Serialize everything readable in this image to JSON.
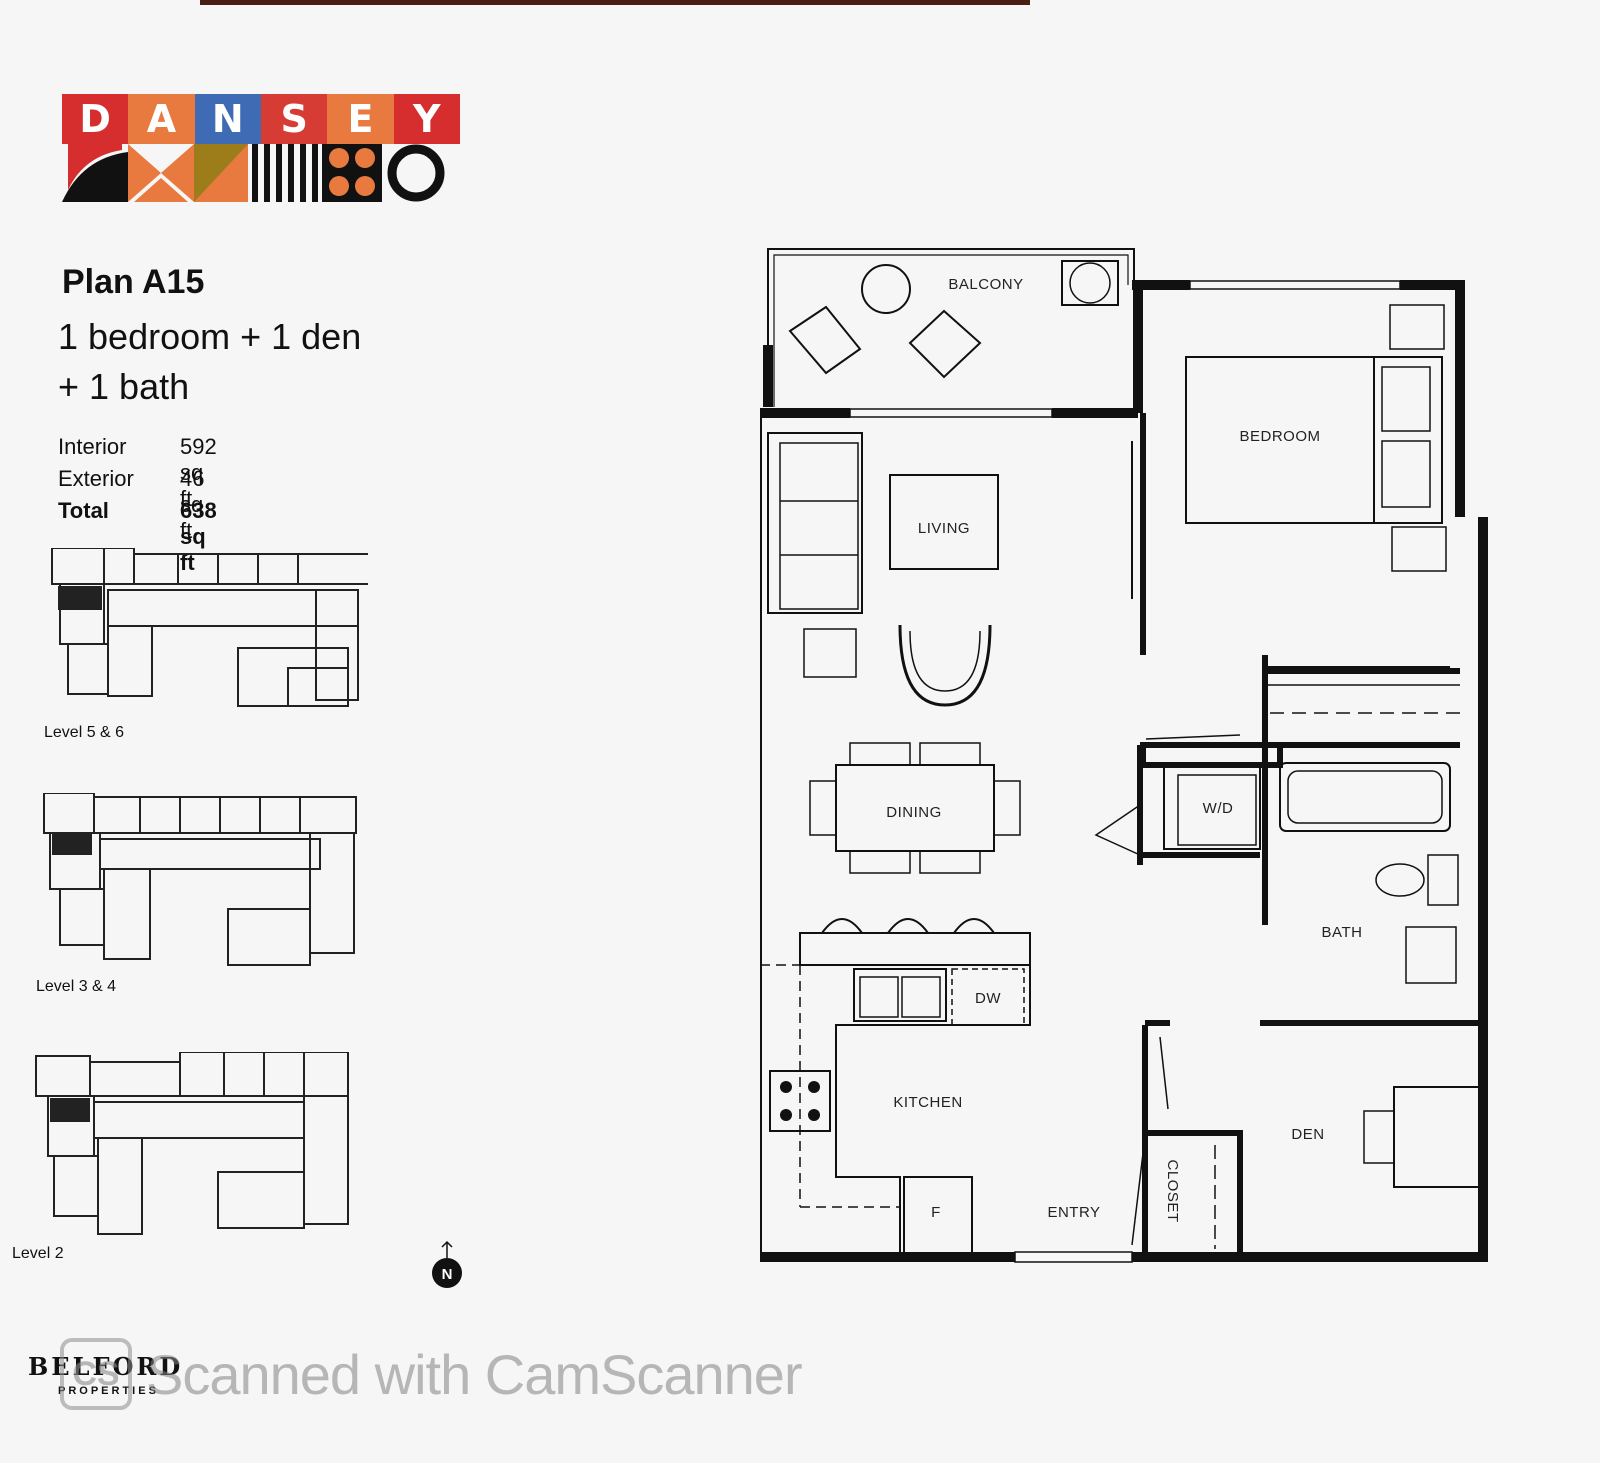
{
  "logo": {
    "letters": [
      "D",
      "A",
      "N",
      "S",
      "E",
      "Y"
    ],
    "colors": [
      "#d62e2e",
      "#e8793f",
      "#3f6bb5",
      "#d63c34",
      "#e8793f",
      "#d62e2e"
    ],
    "accent_olive": "#9c7d1a",
    "accent_orange": "#e8793f"
  },
  "plan": {
    "title": "Plan A15",
    "line1": "1 bedroom + 1 den",
    "line2": "+ 1 bath"
  },
  "areas": [
    {
      "label": "Interior",
      "value": "592 sq ft"
    },
    {
      "label": "Exterior",
      "value": "46 sq ft"
    },
    {
      "label": "Total",
      "value": "638 sq ft"
    }
  ],
  "keyplans": [
    {
      "label": "Level 5 & 6"
    },
    {
      "label": "Level 3 & 4"
    },
    {
      "label": "Level 2"
    }
  ],
  "north": {
    "letter": "N",
    "icon": "north-arrow-icon"
  },
  "rooms": {
    "balcony": "BALCONY",
    "living": "LIVING",
    "bedroom": "BEDROOM",
    "dining": "DINING",
    "wd": "W/D",
    "bath": "BATH",
    "dw": "DW",
    "kitchen": "KITCHEN",
    "den": "DEN",
    "closet": "CLOSET",
    "fridge": "F",
    "entry": "ENTRY"
  },
  "brand": {
    "name": "BELFORD",
    "sub": "PROPERTIES"
  },
  "watermark": {
    "icon": "CS",
    "text": "Scanned with CamScanner"
  }
}
